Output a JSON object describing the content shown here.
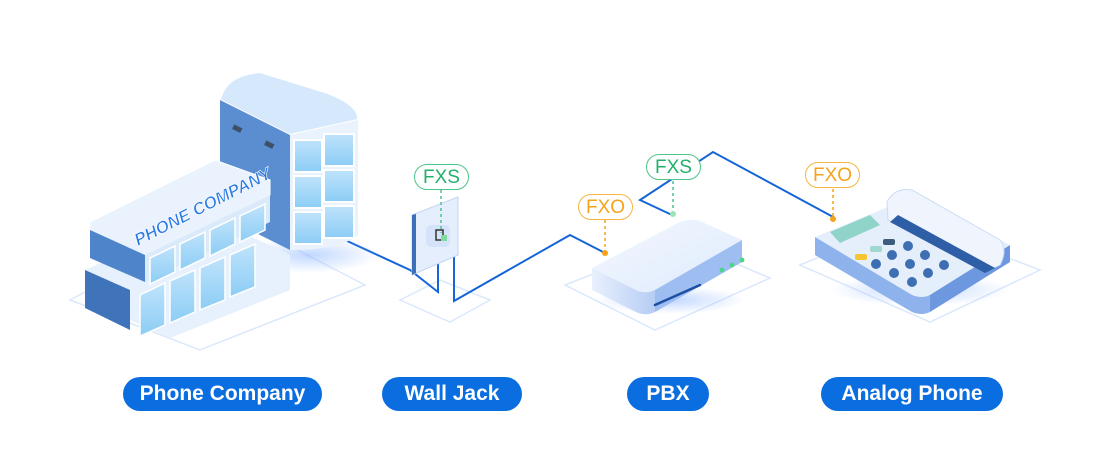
{
  "title": "Phone Company to Analog Phone connection diagram",
  "colors": {
    "accent_blue": "#0a6de0",
    "fxs_green": "#22b06a",
    "fxo_orange": "#f5a31a",
    "cable_blue": "#1565d8"
  },
  "building": {
    "sign_text": "PHONE COMPANY"
  },
  "nodes": [
    {
      "id": "phone-company",
      "label": "Phone Company",
      "icon": "office-building-icon"
    },
    {
      "id": "wall-jack",
      "label": "Wall Jack",
      "icon": "wall-jack-icon"
    },
    {
      "id": "pbx",
      "label": "PBX",
      "icon": "pbx-box-icon"
    },
    {
      "id": "analog-phone",
      "label": "Analog Phone",
      "icon": "desk-phone-icon"
    }
  ],
  "ports": [
    {
      "node": "wall-jack",
      "label": "FXS",
      "type": "fxs"
    },
    {
      "node": "pbx",
      "label": "FXO",
      "type": "fxo"
    },
    {
      "node": "pbx",
      "label": "FXS",
      "type": "fxs"
    },
    {
      "node": "analog-phone",
      "label": "FXO",
      "type": "fxo"
    }
  ]
}
